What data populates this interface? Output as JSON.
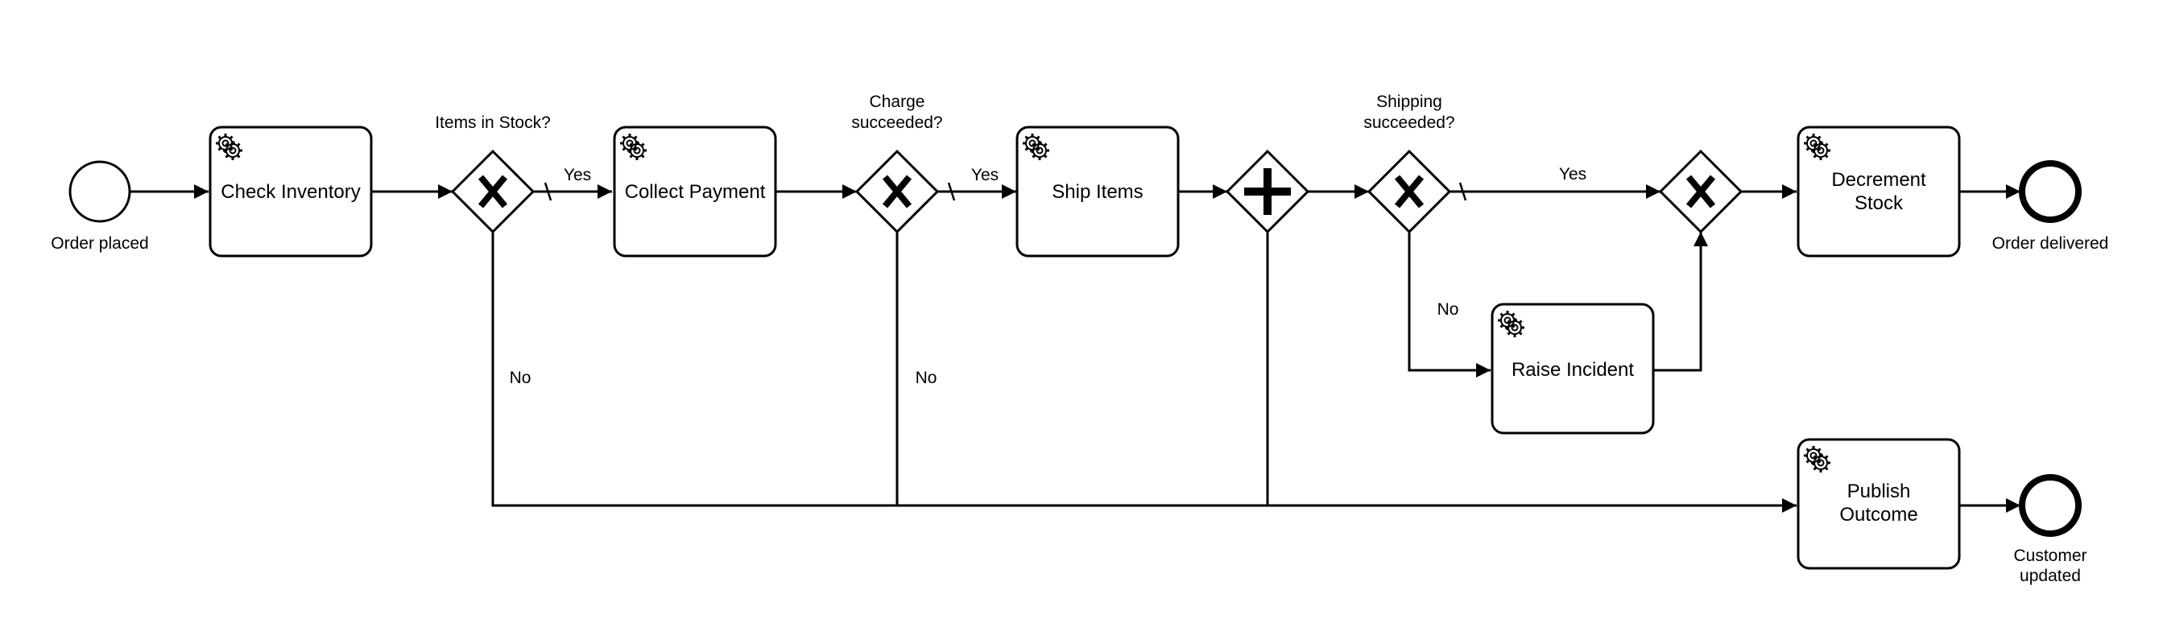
{
  "colors": {
    "stroke": "#000000",
    "fill": "#ffffff"
  },
  "events": {
    "start": {
      "label": "Order placed"
    },
    "end_delivered": {
      "label": "Order delivered"
    },
    "end_customer": {
      "label_line1": "Customer",
      "label_line2": "updated"
    }
  },
  "tasks": {
    "check_inventory": {
      "label": "Check Inventory",
      "icon": "gear-icon"
    },
    "collect_payment": {
      "label": "Collect Payment",
      "icon": "gear-icon"
    },
    "ship_items": {
      "label": "Ship Items",
      "icon": "gear-icon"
    },
    "decrement_stock": {
      "label_line1": "Decrement",
      "label_line2": "Stock",
      "icon": "gear-icon"
    },
    "raise_incident": {
      "label": "Raise Incident",
      "icon": "gear-icon"
    },
    "publish_outcome": {
      "label_line1": "Publish",
      "label_line2": "Outcome",
      "icon": "gear-icon"
    }
  },
  "gateways": {
    "items_in_stock": {
      "type": "exclusive",
      "label": "Items in Stock?"
    },
    "charge_succeeded": {
      "type": "exclusive",
      "label_line1": "Charge",
      "label_line2": "succeeded?"
    },
    "parallel_split": {
      "type": "parallel"
    },
    "shipping_succeeded": {
      "type": "exclusive",
      "label_line1": "Shipping",
      "label_line2": "succeeded?"
    },
    "merge": {
      "type": "exclusive"
    }
  },
  "flow_labels": {
    "items_yes": "Yes",
    "items_no": "No",
    "charge_yes": "Yes",
    "charge_no": "No",
    "shipping_yes": "Yes",
    "shipping_no": "No"
  }
}
